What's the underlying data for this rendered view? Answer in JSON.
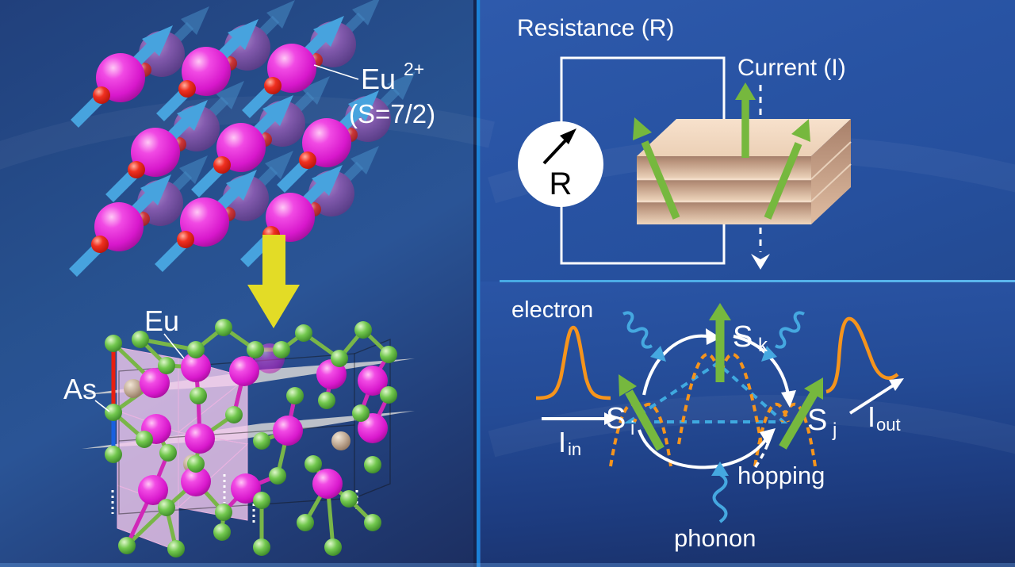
{
  "left": {
    "spin_label": {
      "base": "Eu",
      "sup": "2+",
      "spin": "(S=7/2)"
    },
    "crystal": {
      "eu": "Eu",
      "as": "As"
    }
  },
  "circuit": {
    "title": "Resistance (R)",
    "current": "Current (I)",
    "meter": "R"
  },
  "mechanism": {
    "electron": "electron",
    "phonon": "phonon",
    "hopping": "hopping",
    "s": "S",
    "sub_i": "i",
    "sub_j": "j",
    "sub_k": "k",
    "i_label": "I",
    "sub_in": "in",
    "sub_out": "out"
  },
  "colors": {
    "divider_blue": "#1b82d8",
    "panel_left": "#27518f",
    "panel_right": "#26509e",
    "magenta_sphere": "#e028d8",
    "back_sphere": "#8f5cb2",
    "red_dot": "#e02016",
    "spin_arrow_blue": "#47a3de",
    "yellow_arrow": "#e3dc26",
    "green_atom": "#72c84e",
    "eu_atom": "#d818cc",
    "slab_top": "#f4dcc6",
    "slab_front": "#e9cdb4",
    "green_arrow": "#76b83e",
    "orange_pulse": "#f6941c",
    "wave_blue": "#45a8e0",
    "text_white": "#ffffff"
  }
}
